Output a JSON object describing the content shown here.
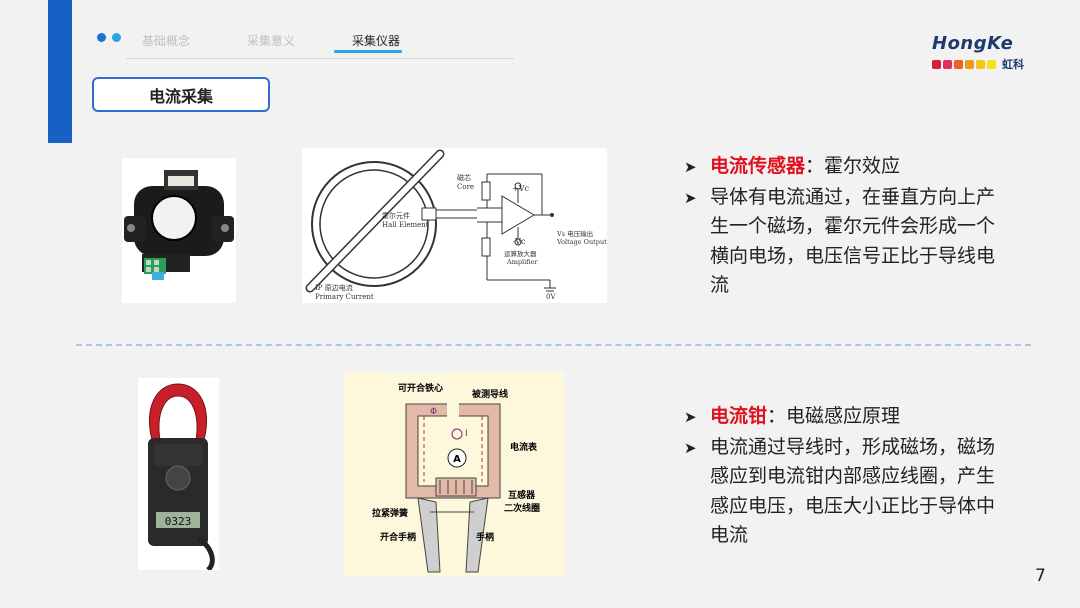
{
  "nav": {
    "tabs": [
      "基础概念",
      "采集意义",
      "采集仪器"
    ],
    "active_tab": 2,
    "dot_colors": [
      "#1f6fd6",
      "#2aa3e6"
    ]
  },
  "logo": {
    "wordmark": "HongKe",
    "chinese": "虹科"
  },
  "section": {
    "title": "电流采集"
  },
  "hall_diagram": {
    "core_cn": "磁芯",
    "core_en": "Core",
    "hall_cn": "霍尔元件",
    "hall_en": "Hall Element",
    "vs_cn": "Vs 电压输出",
    "vs_en": "Voltage Output",
    "amp_cn": "运算放大器",
    "amp_en": "Amplifier",
    "vplus": "+Vc",
    "vminus": "-Vc",
    "ip_cn": "IP 原边电流",
    "ip_en": "Primary Current",
    "zero": "0V"
  },
  "clamp_diagram": {
    "core": "可开合铁心",
    "wire": "被测导线",
    "phi": "Φ",
    "current": "I",
    "meter": "电流表",
    "meter_symbol": "A",
    "transformer": "互感器",
    "secondary": "二次线圈",
    "spring": "拉紧弹簧",
    "handle_open": "开合手柄",
    "handle": "手柄"
  },
  "meter_photo": {
    "display": "0323"
  },
  "block1": {
    "title_red": "电流传感器",
    "title_rest": "：霍尔效应",
    "body": "导体有电流通过，在垂直方向上产生一个磁场，霍尔元件会形成一个横向电场，电压信号正比于导线电流"
  },
  "block2": {
    "title_red": "电流钳",
    "title_rest": "：电磁感应原理",
    "body": "电流通过导线时，形成磁场，磁场感应到电流钳内部感应线圈，产生感应电压，电压大小正比于导体中电流"
  },
  "page_number": "7",
  "colors": {
    "accent": "#1761c4",
    "highlight": "#e0101e",
    "divider": "#aac6ec"
  }
}
